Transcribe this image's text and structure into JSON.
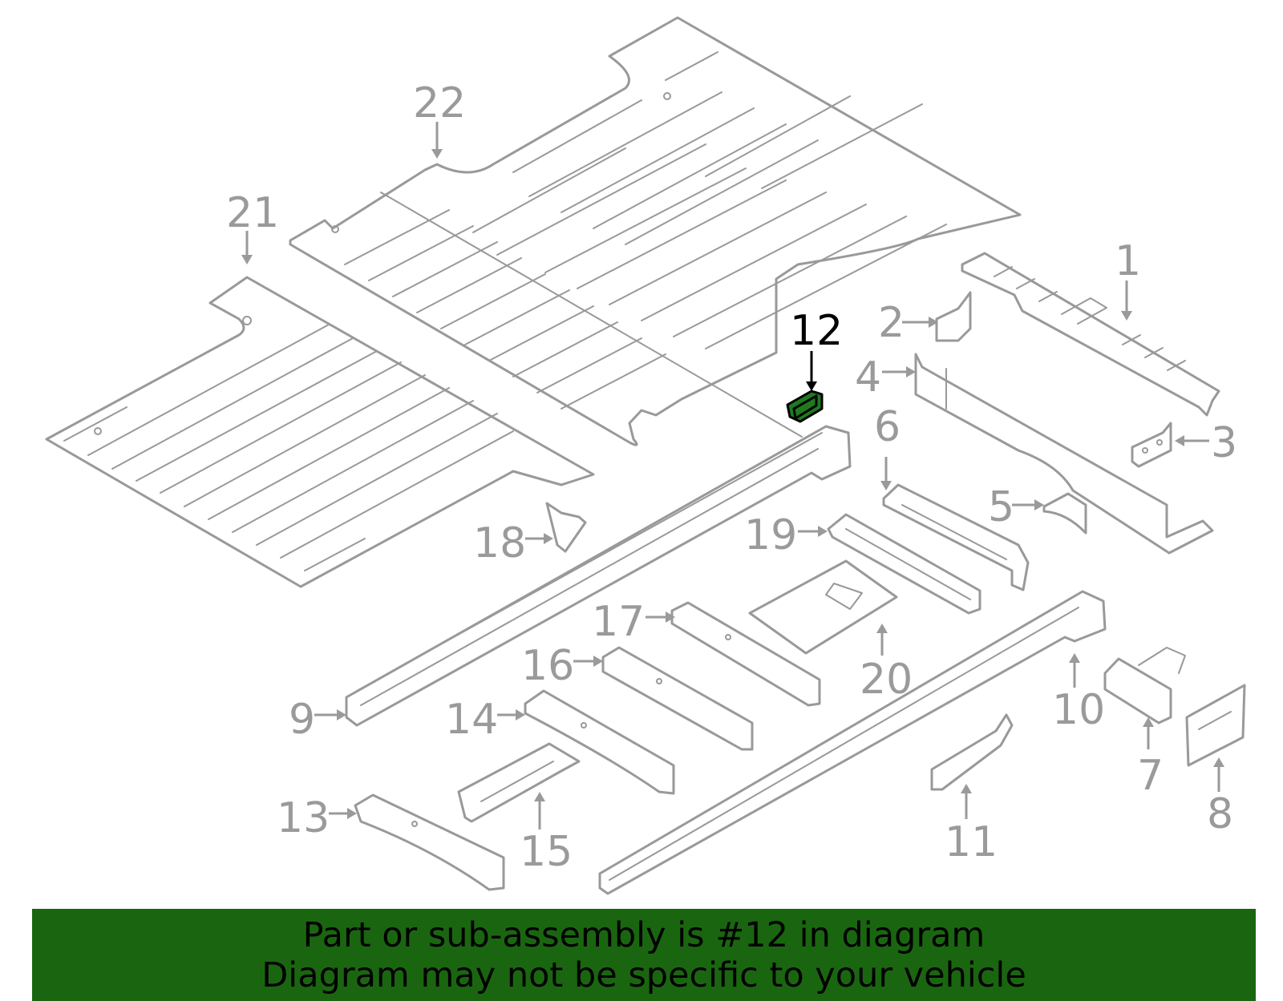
{
  "diagram": {
    "highlight_color": "#1f7a1f",
    "line_color": "#999999",
    "callouts": [
      {
        "id": "1",
        "label": "1"
      },
      {
        "id": "2",
        "label": "2"
      },
      {
        "id": "3",
        "label": "3"
      },
      {
        "id": "4",
        "label": "4"
      },
      {
        "id": "5",
        "label": "5"
      },
      {
        "id": "6",
        "label": "6"
      },
      {
        "id": "7",
        "label": "7"
      },
      {
        "id": "8",
        "label": "8"
      },
      {
        "id": "9",
        "label": "9"
      },
      {
        "id": "10",
        "label": "10"
      },
      {
        "id": "11",
        "label": "11"
      },
      {
        "id": "12",
        "label": "12",
        "highlighted": true
      },
      {
        "id": "13",
        "label": "13"
      },
      {
        "id": "14",
        "label": "14"
      },
      {
        "id": "15",
        "label": "15"
      },
      {
        "id": "16",
        "label": "16"
      },
      {
        "id": "17",
        "label": "17"
      },
      {
        "id": "18",
        "label": "18"
      },
      {
        "id": "19",
        "label": "19"
      },
      {
        "id": "20",
        "label": "20"
      },
      {
        "id": "21",
        "label": "21"
      },
      {
        "id": "22",
        "label": "22"
      }
    ]
  },
  "banner": {
    "background": "#1a6610",
    "line1": "Part or sub-assembly is #12 in diagram",
    "line2": "Diagram may not be specific to your vehicle"
  }
}
